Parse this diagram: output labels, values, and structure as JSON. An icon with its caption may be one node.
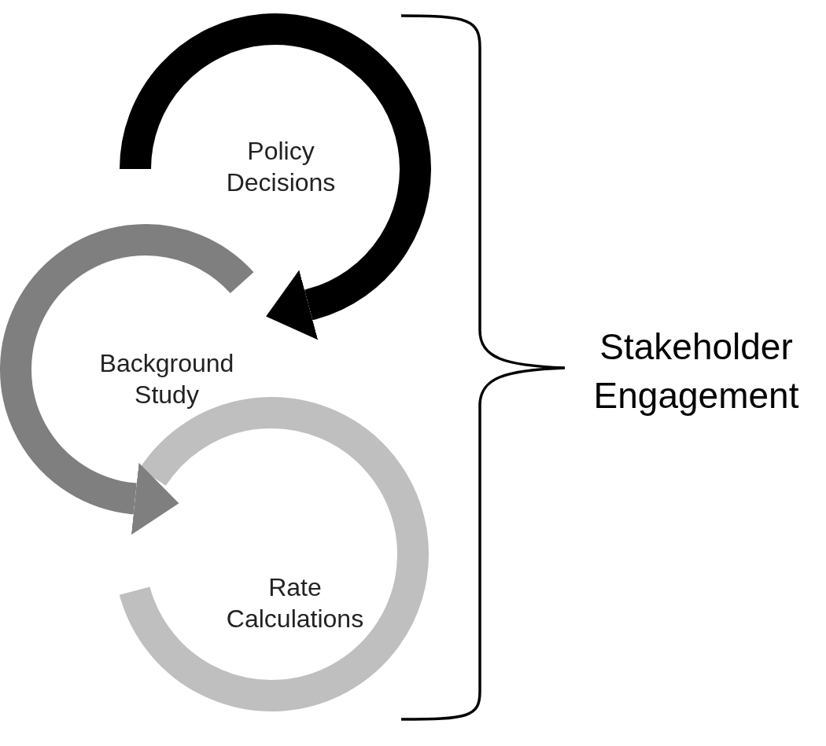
{
  "diagram": {
    "nodes": [
      {
        "text": [
          "Policy Decisions"
        ]
      },
      {
        "text": [
          "Background Study"
        ]
      },
      {
        "text": [
          "Rate Calculations"
        ]
      }
    ],
    "edges": [
      {
        "from": 0,
        "to": 1,
        "arrow": "to",
        "color": "#000000"
      },
      {
        "from": 1,
        "to": 2,
        "arrow": "to",
        "color": "#7f7f7f"
      }
    ],
    "labels": [
      "Stakeholder Engagement"
    ]
  }
}
